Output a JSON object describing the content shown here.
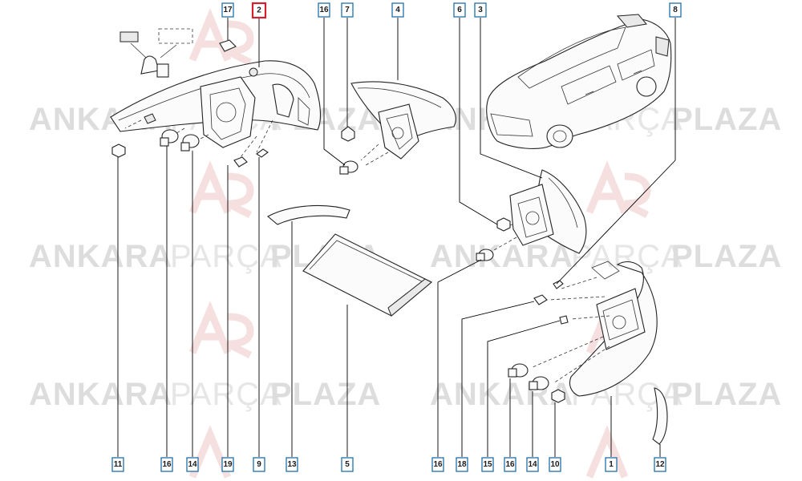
{
  "watermark": {
    "part_a": "ANKARA",
    "part_b": "PARÇA",
    "part_c": "PLAZA"
  },
  "labels": [
    {
      "id": "17",
      "highlight": false
    },
    {
      "id": "2",
      "highlight": true
    },
    {
      "id": "16",
      "highlight": false
    },
    {
      "id": "7",
      "highlight": false
    },
    {
      "id": "4",
      "highlight": false
    },
    {
      "id": "6",
      "highlight": false
    },
    {
      "id": "3",
      "highlight": false
    },
    {
      "id": "8",
      "highlight": false
    },
    {
      "id": "11",
      "highlight": false
    },
    {
      "id": "16",
      "highlight": false
    },
    {
      "id": "14",
      "highlight": false
    },
    {
      "id": "19",
      "highlight": false
    },
    {
      "id": "9",
      "highlight": false
    },
    {
      "id": "13",
      "highlight": false
    },
    {
      "id": "5",
      "highlight": false
    },
    {
      "id": "16",
      "highlight": false
    },
    {
      "id": "18",
      "highlight": false
    },
    {
      "id": "15",
      "highlight": false
    },
    {
      "id": "16",
      "highlight": false
    },
    {
      "id": "14",
      "highlight": false
    },
    {
      "id": "10",
      "highlight": false
    },
    {
      "id": "1",
      "highlight": false
    },
    {
      "id": "12",
      "highlight": false
    }
  ],
  "colors": {
    "label_border": "#1f6fa8",
    "highlight_border": "#d2202f",
    "watermark": "#dddddd",
    "logo": "#e8b8b8"
  }
}
